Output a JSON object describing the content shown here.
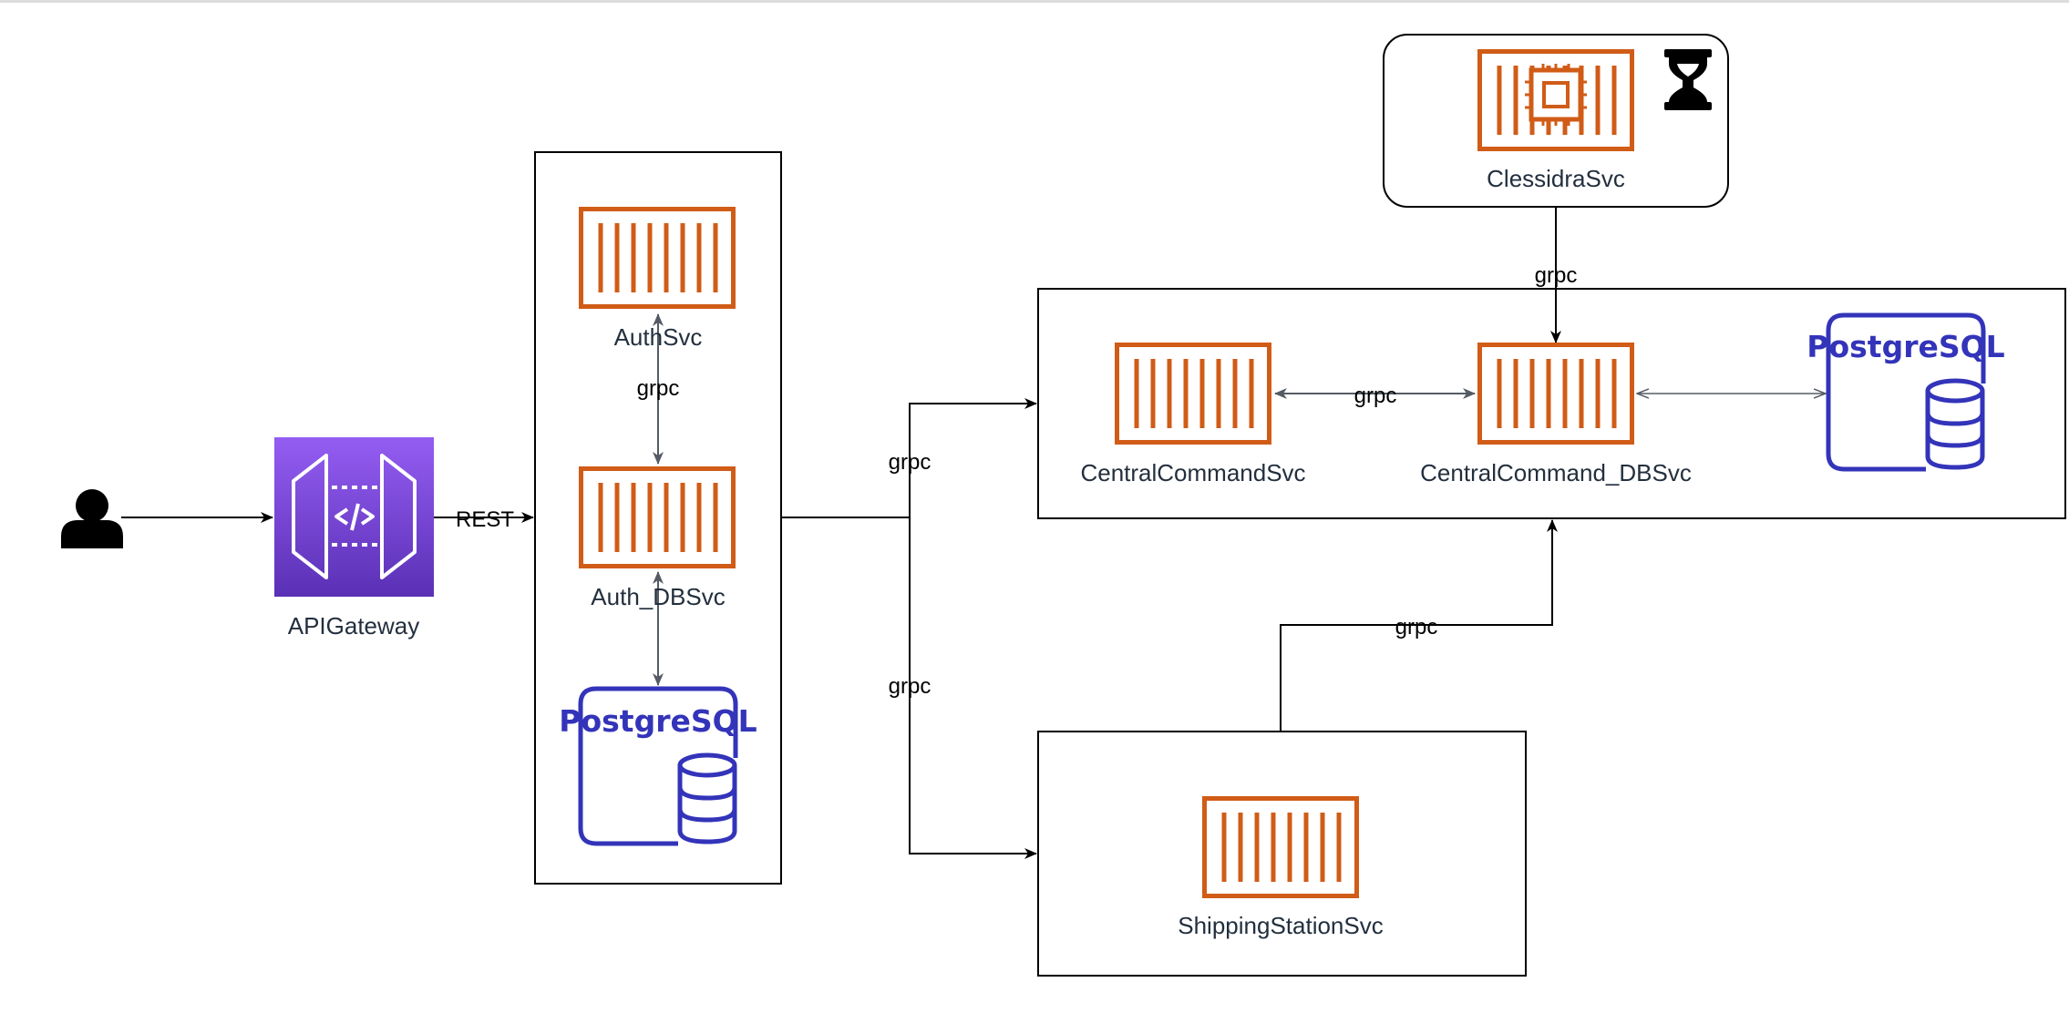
{
  "colors": {
    "container": "#D05C17",
    "postgres": "#3334B9",
    "gateway_top": "#945DF2",
    "gateway_bottom": "#5A30B5",
    "arrow_gray": "#545B64",
    "line": "#000000"
  },
  "nodes": {
    "user": {
      "icon": "user-icon"
    },
    "api_gateway": {
      "label": "APIGateway",
      "icon": "api-gateway-icon"
    },
    "auth_svc": {
      "label": "AuthSvc",
      "icon": "container-icon"
    },
    "auth_db_svc": {
      "label": "Auth_DBSvc",
      "icon": "container-icon"
    },
    "auth_postgres": {
      "text": "PostgreSQL",
      "icon": "postgresql-icon"
    },
    "clessidra_svc": {
      "label": "ClessidraSvc",
      "icon": "compute-icon"
    },
    "hourglass": {
      "icon": "hourglass-icon"
    },
    "central_command_svc": {
      "label": "CentralCommandSvc",
      "icon": "container-icon"
    },
    "central_command_db_svc": {
      "label": "CentralCommand_DBSvc",
      "icon": "container-icon"
    },
    "central_postgres": {
      "text": "PostgreSQL",
      "icon": "postgresql-icon"
    },
    "shipping_station_svc": {
      "label": "ShippingStationSvc",
      "icon": "container-icon"
    }
  },
  "edges": {
    "gateway_to_auth": "REST",
    "auth_to_authdb": "grpc",
    "auth_group_to_central": "grpc",
    "auth_group_to_shipping": "grpc",
    "clessidra_to_central_db": "grpc",
    "central_to_central_db": "grpc",
    "shipping_to_central": "grpc"
  }
}
